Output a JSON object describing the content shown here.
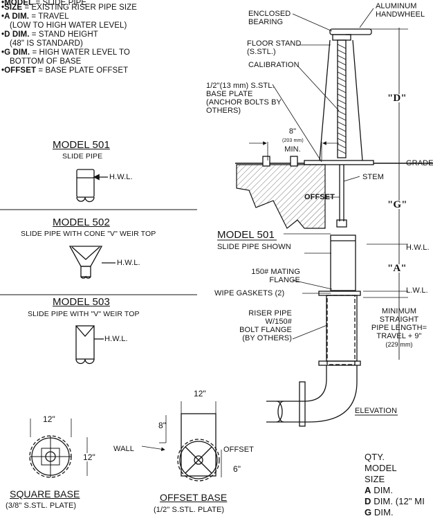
{
  "legend": {
    "lines": [
      {
        "key": "•MODEL",
        "text": " = SLIDE PIPE"
      },
      {
        "key": "•SIZE",
        "text": " = EXISTING RISER PIPE SIZE"
      },
      {
        "key": "•A DIM.",
        "text": " = TRAVEL"
      },
      {
        "key": "",
        "text": "(LOW TO HIGH WATER LEVEL)"
      },
      {
        "key": "•D DIM.",
        "text": " = STAND HEIGHT"
      },
      {
        "key": "",
        "text": "(48\" IS STANDARD)"
      },
      {
        "key": "•G DIM.",
        "text": " = HIGH WATER LEVEL TO"
      },
      {
        "key": "",
        "text": "BOTTOM OF BASE"
      },
      {
        "key": "•OFFSET",
        "text": " = BASE PLATE OFFSET"
      }
    ]
  },
  "models": [
    {
      "title": "MODEL 501",
      "subtitle": "SLIDE PIPE",
      "hwl": "H.W.L."
    },
    {
      "title": "MODEL 502",
      "subtitle": "SLIDE PIPE WITH CONE \"V\" WEIR TOP",
      "hwl": "H.W.L."
    },
    {
      "title": "MODEL 503",
      "subtitle": "SLIDE PIPE WITH \"V\" WEIR TOP",
      "hwl": "H.W.L."
    }
  ],
  "elevation": {
    "enclosed_bearing": [
      "ENCLOSED",
      "BEARING"
    ],
    "handwheel": [
      "ALUMINUM",
      "HANDWHEEL"
    ],
    "floor_stand": [
      "FLOOR STAND",
      "(S.STL.)"
    ],
    "calibration": "CALIBRATION",
    "base_plate": [
      "1/2\"(13 mm) S.STL.",
      "BASE PLATE",
      "(ANCHOR BOLTS BY",
      "OTHERS)"
    ],
    "min_dim": [
      "8\"",
      "(203 mm)",
      "MIN."
    ],
    "grade": "GRADE",
    "stem": "STEM",
    "offset": "OFFSET",
    "dim_d": "\"D\"",
    "dim_g": "\"G\"",
    "dim_a": "\"A\"",
    "hwl": "H.W.L.",
    "lwl": "L.W.L.",
    "model_title": "MODEL 501",
    "model_sub": "SLIDE PIPE SHOWN",
    "mating_flange": [
      "150# MATING",
      "FLANGE"
    ],
    "wipe_gaskets": "WIPE GASKETS (2)",
    "riser_pipe": [
      "RISER PIPE",
      "W/150#",
      "BOLT FLANGE",
      "(BY OTHERS)"
    ],
    "min_straight": [
      "MINIMUM",
      "STRAIGHT",
      "PIPE LENGTH=",
      "TRAVEL + 9\"",
      "(229 mm)"
    ],
    "view_label": "ELEVATION"
  },
  "square_base": {
    "width": "12\"",
    "height": "12\"",
    "title": "SQUARE BASE",
    "sub": "(3/8\" S.STL. PLATE)"
  },
  "offset_base": {
    "width": "12\"",
    "offset_dim": "8\"",
    "wall": "WALL",
    "offset": "OFFSET",
    "six": "6\"",
    "title": "OFFSET BASE",
    "sub": "(1/2\" S.STL. PLATE)"
  },
  "order": {
    "rows": [
      {
        "key": "QTY.",
        "val": ""
      },
      {
        "key": "MODEL",
        "val": ""
      },
      {
        "key": "SIZE",
        "val": ""
      },
      {
        "key": "A",
        "val": " DIM."
      },
      {
        "key": "D",
        "val": " DIM.  (12\" MI"
      },
      {
        "key": "G",
        "val": " DIM."
      }
    ]
  }
}
